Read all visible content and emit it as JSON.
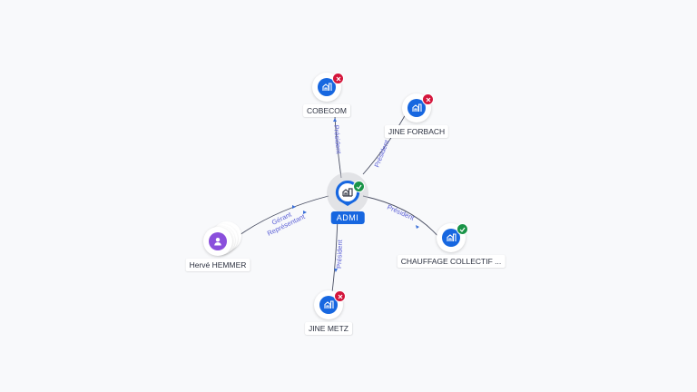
{
  "graph": {
    "center": {
      "label": "ADMI",
      "icon": "building-icon",
      "status": "active",
      "status_icon": "check-icon"
    },
    "nodes": [
      {
        "id": "cobecom",
        "label": "COBECOM",
        "type": "company",
        "icon": "building-icon",
        "status": "inactive",
        "status_icon": "close-icon"
      },
      {
        "id": "jine-forbach",
        "label": "JINE FORBACH",
        "type": "company",
        "icon": "building-icon",
        "status": "inactive",
        "status_icon": "close-icon"
      },
      {
        "id": "chauffage",
        "label": "CHAUFFAGE COLLECTIF ...",
        "type": "company",
        "icon": "building-icon",
        "status": "active",
        "status_icon": "check-icon"
      },
      {
        "id": "jine-metz",
        "label": "JINE METZ",
        "type": "company",
        "icon": "building-icon",
        "status": "inactive",
        "status_icon": "close-icon"
      },
      {
        "id": "herve",
        "label": "Hervé HEMMER",
        "type": "person",
        "icon": "person-icon",
        "status": "none"
      }
    ],
    "edges": [
      {
        "to": "cobecom",
        "label": "Président"
      },
      {
        "to": "jine-forbach",
        "label": "Président"
      },
      {
        "to": "chauffage",
        "label": "Président"
      },
      {
        "to": "jine-metz",
        "label": "Président"
      },
      {
        "to": "herve",
        "label": "Gérant",
        "label2": "Représentant"
      }
    ]
  },
  "colors": {
    "company": "#1767e0",
    "person": "#8a4fdc",
    "active": "#1a9448",
    "inactive": "#d4163c",
    "edge_label": "#5a5fd6"
  }
}
